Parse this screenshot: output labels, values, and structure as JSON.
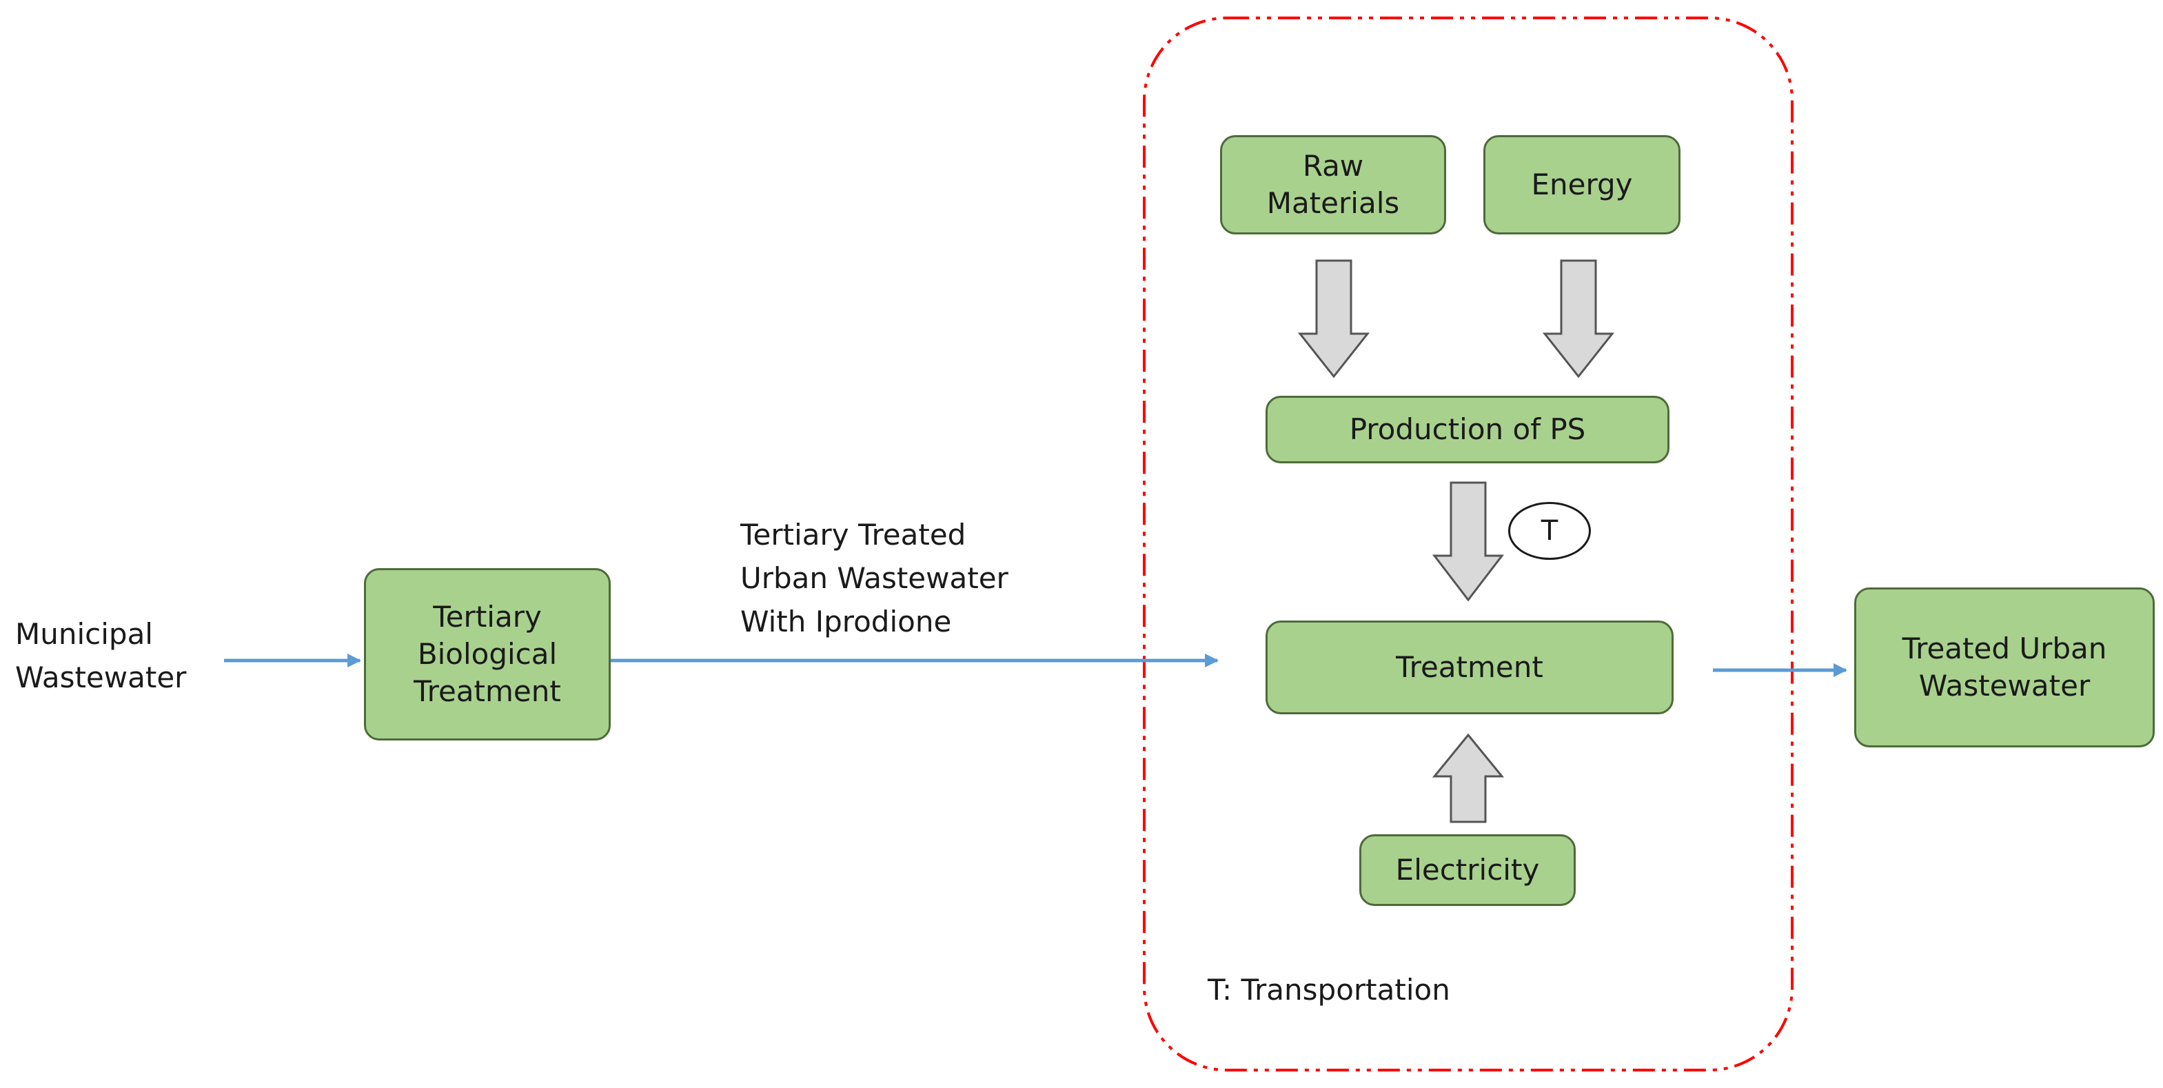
{
  "colors": {
    "box_fill": "#a9d18e",
    "box_border": "#4d6b3a",
    "flow_arrow": "#5b9bd5",
    "block_arrow_fill": "#d9d9d9",
    "boundary": "#ff0000"
  },
  "labels": {
    "municipal": "Municipal\nWastewater",
    "tertiary_treated": "Tertiary Treated\nUrban Wastewater\nWith Iprodione",
    "legend": "T: Transportation"
  },
  "nodes": {
    "tertiary_bio": "Tertiary\nBiological\nTreatment",
    "raw_materials": "Raw\nMaterials",
    "energy": "Energy",
    "production": "Production of PS",
    "treatment": "Treatment",
    "electricity": "Electricity",
    "treated_urban": "Treated Urban\nWastewater"
  },
  "transport_marker": "T"
}
